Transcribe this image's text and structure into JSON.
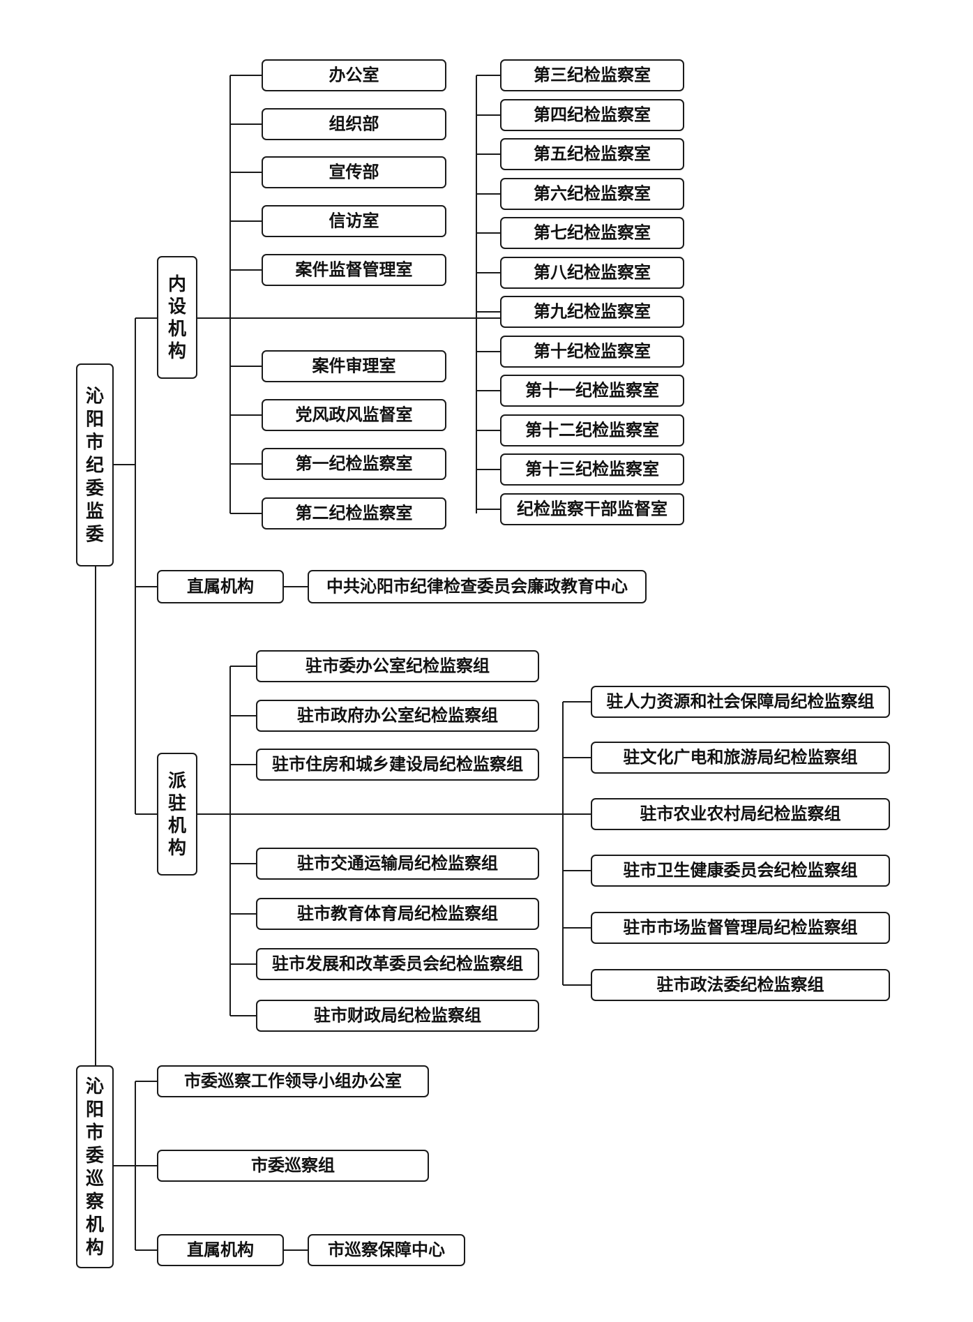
{
  "root_cdi": "沁阳市纪委监委",
  "root_inspection": "沁阳市委巡察机构",
  "internal": {
    "label": "内设机构",
    "left": [
      "办公室",
      "组织部",
      "宣传部",
      "信访室",
      "案件监督管理室",
      "案件审理室",
      "党风政风监督室",
      "第一纪检监察室",
      "第二纪检监察室"
    ],
    "right": [
      "第三纪检监察室",
      "第四纪检监察室",
      "第五纪检监察室",
      "第六纪检监察室",
      "第七纪检监察室",
      "第八纪检监察室",
      "第九纪检监察室",
      "第十纪检监察室",
      "第十一纪检监察室",
      "第十二纪检监察室",
      "第十三纪检监察室",
      "纪检监察干部监督室"
    ]
  },
  "direct": {
    "label": "直属机构",
    "child": "中共沁阳市纪律检查委员会廉政教育中心"
  },
  "dispatched": {
    "label": "派驻机构",
    "left": [
      "驻市委办公室纪检监察组",
      "驻市政府办公室纪检监察组",
      "驻市住房和城乡建设局纪检监察组",
      "驻市交通运输局纪检监察组",
      "驻市教育体育局纪检监察组",
      "驻市发展和改革委员会纪检监察组",
      "驻市财政局纪检监察组"
    ],
    "right": [
      "驻人力资源和社会保障局纪检监察组",
      "驻文化广电和旅游局纪检监察组",
      "驻市农业农村局纪检监察组",
      "驻市卫生健康委员会纪检监察组",
      "驻市市场监督管理局纪检监察组",
      "驻市政法委纪检监察组"
    ]
  },
  "inspection": {
    "items": [
      "市委巡察工作领导小组办公室",
      "市委巡察组"
    ],
    "direct_label": "直属机构",
    "direct_child": "市巡察保障中心"
  }
}
